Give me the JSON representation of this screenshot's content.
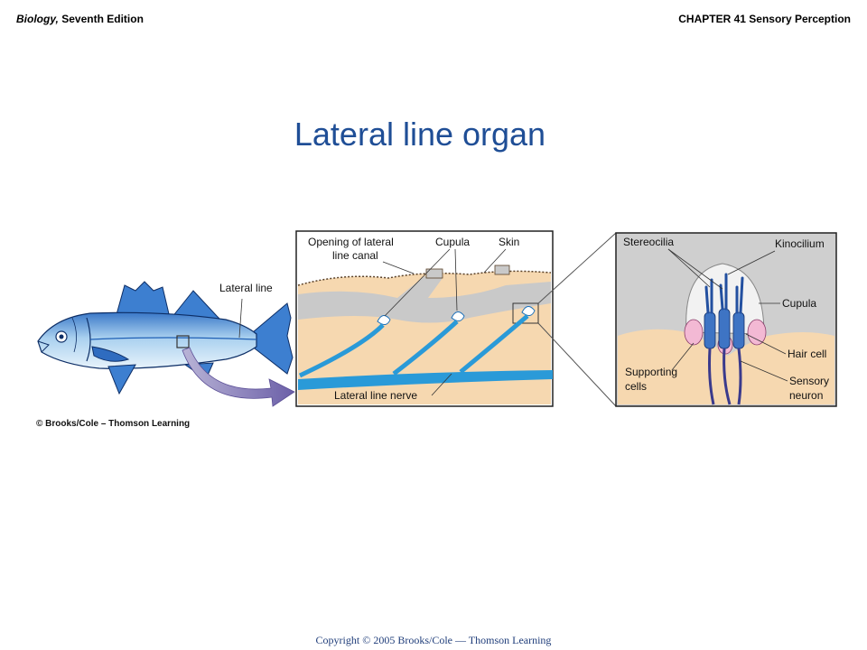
{
  "header": {
    "book_title": "Biology,",
    "edition": " Seventh Edition",
    "chapter": "CHAPTER 41 Sensory Perception"
  },
  "slide_title": "Lateral line organ",
  "figure": {
    "fish_panel": {
      "label_lateral_line": "Lateral line",
      "credit": "© Brooks/Cole – Thomson Learning"
    },
    "canal_panel": {
      "label_opening_1": "Opening of lateral",
      "label_opening_2": "line canal",
      "label_cupula": "Cupula",
      "label_skin": "Skin",
      "label_nerve": "Lateral line nerve"
    },
    "cell_panel": {
      "label_stereocilia": "Stereocilia",
      "label_kinocilium": "Kinocilium",
      "label_cupula": "Cupula",
      "label_hair_cell": "Hair cell",
      "label_supporting_1": "Supporting",
      "label_supporting_2": "cells",
      "label_sensory_1": "Sensory",
      "label_sensory_2": "neuron"
    }
  },
  "footer": "Copyright © 2005 Brooks/Cole — Thomson Learning"
}
